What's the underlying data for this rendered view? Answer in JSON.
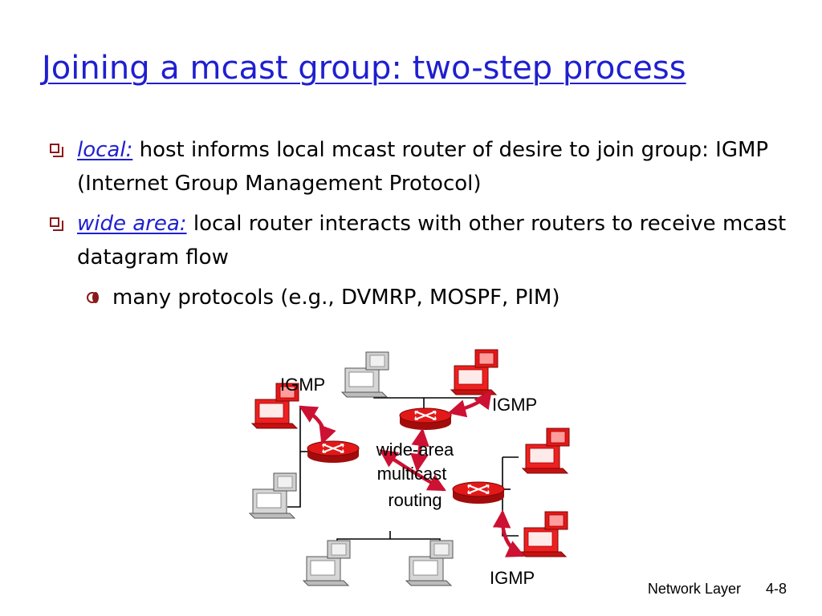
{
  "slide": {
    "title": "Joining a mcast group: two-step process",
    "bullets": [
      {
        "term": "local:",
        "text": "host informs local mcast router of desire to join group: IGMP (Internet Group Management Protocol)"
      },
      {
        "term": "wide area:",
        "text": "local router interacts with other routers to receive mcast datagram flow"
      }
    ],
    "sub_bullet": "many protocols (e.g., DVMRP, MOSPF, PIM)"
  },
  "diagram": {
    "igmp_labels": [
      "IGMP",
      "IGMP",
      "IGMP"
    ],
    "center_label": [
      "wide-area",
      "multicast",
      "routing"
    ]
  },
  "footer": {
    "section": "Network Layer",
    "page": "4-8"
  },
  "colors": {
    "title": "#1f1fd0",
    "router": "#dd1111",
    "member_host": "#ee2020",
    "arrow": "#cc1133",
    "bullet": "#8a1a1a"
  },
  "icons": {
    "router": "router-icon",
    "host": "computer-icon"
  }
}
